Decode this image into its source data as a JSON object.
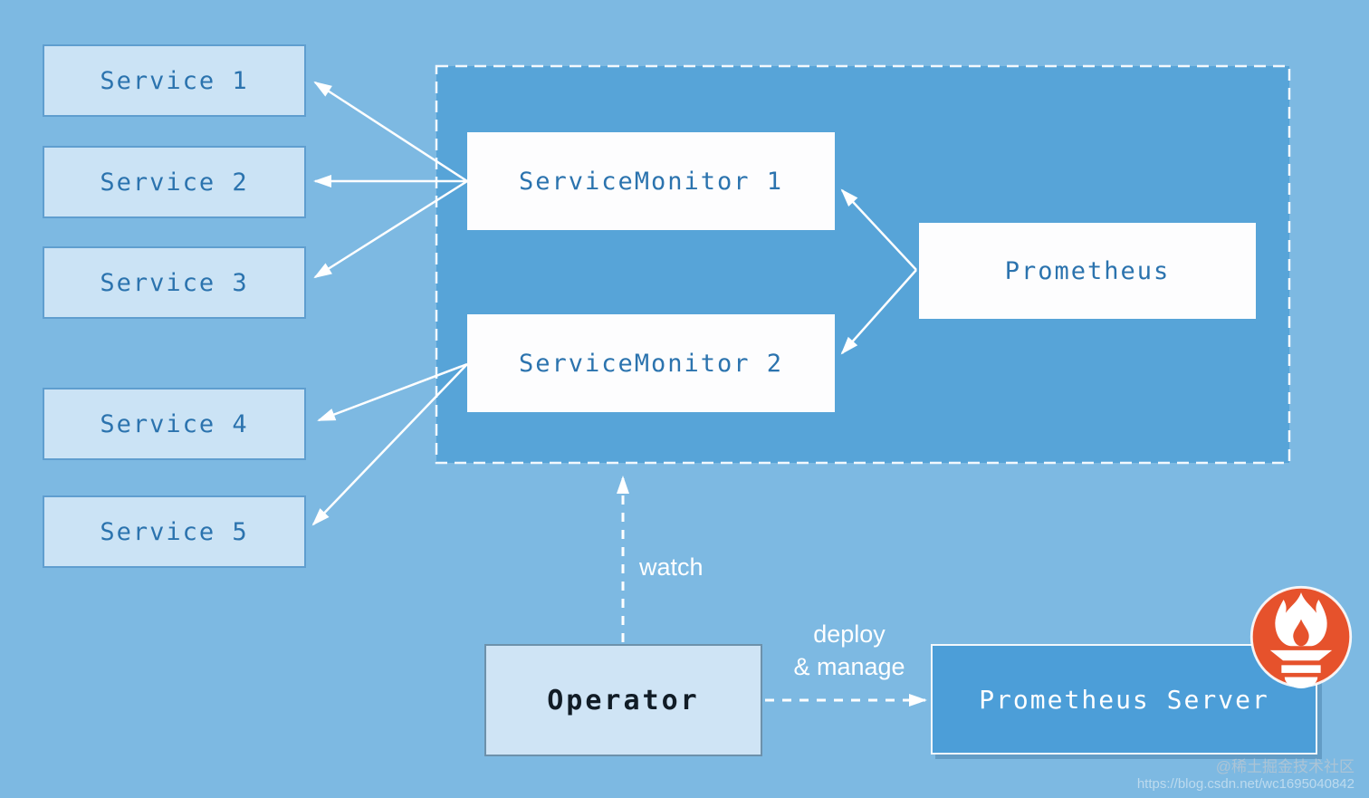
{
  "title": "Prometheus Operator architecture diagram",
  "colors": {
    "background": "#7db9e2",
    "zone_fill": "#57a4d8",
    "zone_border": "#f2f8fd",
    "service_fill": "#cbe3f5",
    "service_border": "#5f9ecf",
    "box_text_blue": "#2b73ae",
    "white_box": "#fdfdfe",
    "operator_fill": "#cfe4f5",
    "operator_text": "#111c26",
    "server_fill": "#4c9ed8",
    "server_text": "#ffffff",
    "arrow": "#ffffff",
    "logo_orange": "#e6522c"
  },
  "services": [
    {
      "label": "Service 1"
    },
    {
      "label": "Service 2"
    },
    {
      "label": "Service 3"
    },
    {
      "label": "Service 4"
    },
    {
      "label": "Service 5"
    }
  ],
  "monitors": [
    {
      "label": "ServiceMonitor 1"
    },
    {
      "label": "ServiceMonitor 2"
    }
  ],
  "prometheus": {
    "label": "Prometheus"
  },
  "operator": {
    "label": "Operator"
  },
  "prometheus_server": {
    "label": "Prometheus Server"
  },
  "edge_labels": {
    "watch": "watch",
    "deploy_line1": "deploy",
    "deploy_line2": "& manage"
  },
  "icons": {
    "prometheus_logo": "prometheus-flame-torch"
  },
  "watermark": {
    "line1": "@稀土掘金技术社区",
    "line2": "https://blog.csdn.net/wc1695040842"
  }
}
